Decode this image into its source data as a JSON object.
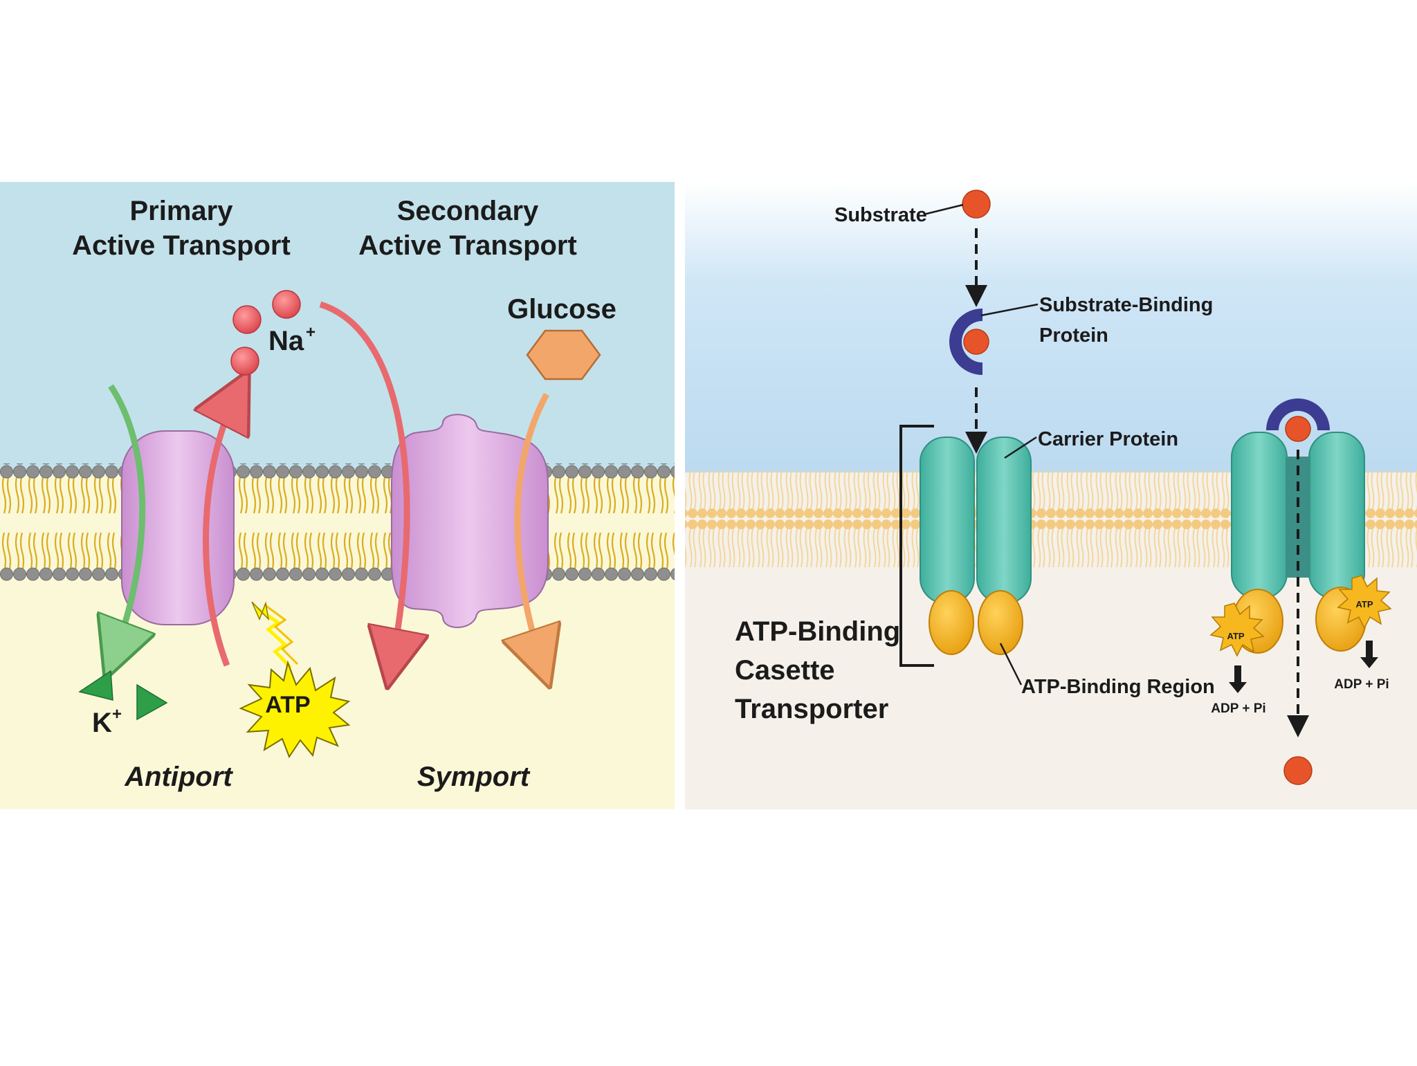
{
  "left_panel": {
    "title_primary_line1": "Primary",
    "title_primary_line2": "Active Transport",
    "title_secondary_line1": "Secondary",
    "title_secondary_line2": "Active Transport",
    "na_label": "Na",
    "na_charge": "+",
    "k_label": "K",
    "k_charge": "+",
    "glucose_label": "Glucose",
    "atp_label": "ATP",
    "antiport_label": "Antiport",
    "symport_label": "Symport"
  },
  "right_panel": {
    "substrate_label": "Substrate",
    "binding_protein_line1": "Substrate-Binding",
    "binding_protein_line2": "Protein",
    "carrier_protein_label": "Carrier Protein",
    "abc_line1": "ATP-Binding",
    "abc_line2": "Casette",
    "abc_line3": "Transporter",
    "atp_binding_region_label": "ATP-Binding Region",
    "atp_small_left": "ATP",
    "atp_small_right": "ATP",
    "adp_left": "ADP + Pi",
    "adp_right": "ADP + Pi"
  },
  "colors": {
    "extracellular": "#bfe0e8",
    "cytoplasm": "#fbf7d6",
    "lipid_head": "#8c8c8c",
    "lipid_tail": "#e0b92c",
    "pump_protein": "#e2b4e4",
    "sodium": "#e8595d",
    "potassium": "#2e9e48",
    "glucose": "#f3a66a",
    "atp_burst": "#fff200",
    "abc_protein": "#57bfae",
    "abc_atp_domain": "#f2b21c",
    "binding_protein": "#3c3c92",
    "substrate": "#e8542a"
  }
}
